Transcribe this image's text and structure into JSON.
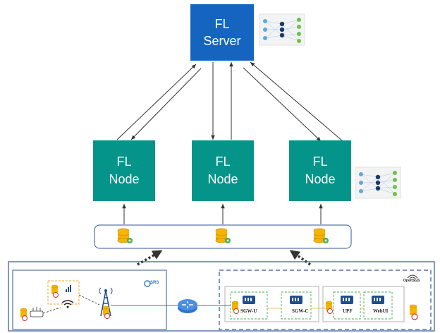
{
  "server": {
    "line1": "FL",
    "line2": "Server"
  },
  "nodes": [
    {
      "line1": "FL",
      "line2": "Node"
    },
    {
      "line1": "FL",
      "line2": "Node"
    },
    {
      "line1": "FL",
      "line2": "Node"
    }
  ],
  "core": {
    "brand": "OpenSGS",
    "functions": [
      "SGW-U",
      "SGW-C",
      "UPF",
      "WebUI"
    ]
  },
  "ran": {
    "brand": "SRS"
  },
  "colors": {
    "server": "#1565c0",
    "node": "#05948a",
    "database": "#f6b400",
    "function_border": "#3fae49",
    "link": "#2f73c9"
  }
}
